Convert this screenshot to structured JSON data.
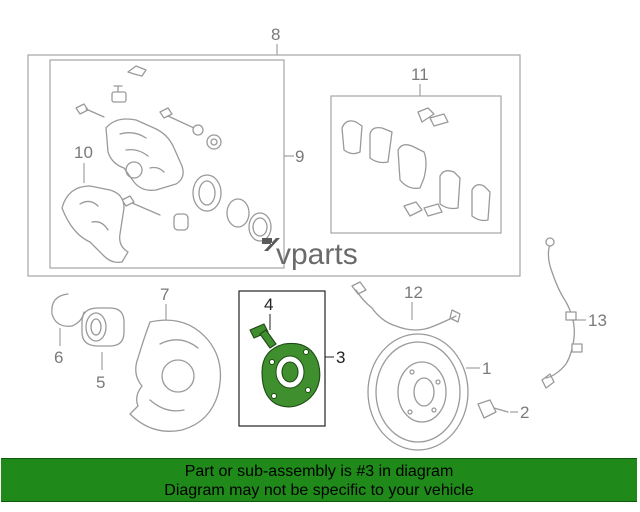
{
  "callouts": {
    "c1": "1",
    "c2": "2",
    "c3": "3",
    "c4": "4",
    "c5": "5",
    "c6": "6",
    "c7": "7",
    "c8": "8",
    "c9": "9",
    "c10": "10",
    "c11": "11",
    "c12": "12",
    "c13": "13"
  },
  "watermark": {
    "text": "vparts"
  },
  "banner": {
    "line1": "Part or sub-assembly is #3 in diagram",
    "line2": "Diagram may not be specific to your vehicle"
  },
  "colors": {
    "highlight": "#3f8f2e",
    "banner": "#1f8a1a",
    "line": "#9a9a9a"
  }
}
